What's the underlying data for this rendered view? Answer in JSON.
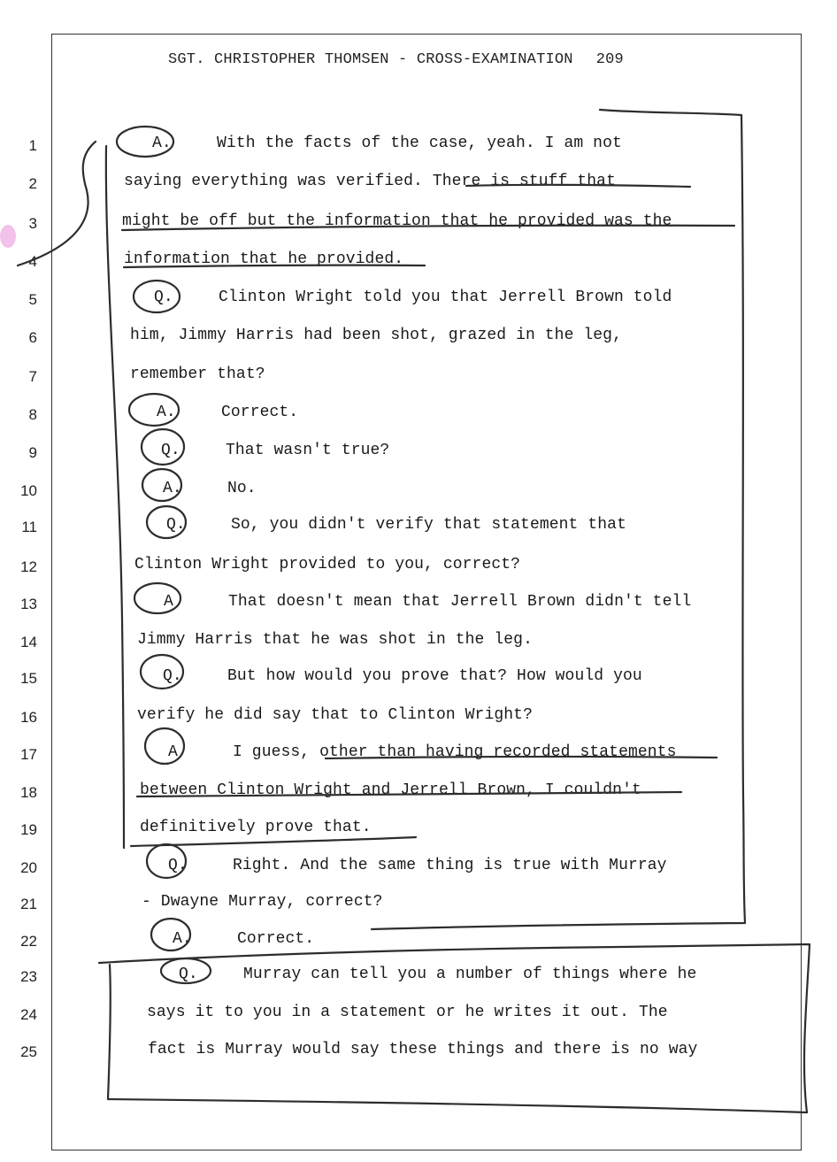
{
  "header": {
    "title": "SGT. CHRISTOPHER THOMSEN - CROSS-EXAMINATION",
    "page_number": "209"
  },
  "lines": [
    {
      "num": "1",
      "speaker": "A.",
      "text": "With the facts of the case, yeah.  I am not"
    },
    {
      "num": "2",
      "speaker": "",
      "text": "saying everything was verified.  There is stuff that"
    },
    {
      "num": "3",
      "speaker": "",
      "text": "might be off but the information that he provided was the"
    },
    {
      "num": "4",
      "speaker": "",
      "text": "information that he provided."
    },
    {
      "num": "5",
      "speaker": "Q.",
      "text": "Clinton Wright told you that Jerrell Brown told"
    },
    {
      "num": "6",
      "speaker": "",
      "text": "him, Jimmy Harris had been shot, grazed in the leg,"
    },
    {
      "num": "7",
      "speaker": "",
      "text": "remember that?"
    },
    {
      "num": "8",
      "speaker": "A.",
      "text": "Correct."
    },
    {
      "num": "9",
      "speaker": "Q.",
      "text": "That wasn't true?"
    },
    {
      "num": "10",
      "speaker": "A.",
      "text": "No."
    },
    {
      "num": "11",
      "speaker": "Q.",
      "text": "So, you didn't verify that statement that"
    },
    {
      "num": "12",
      "speaker": "",
      "text": "Clinton Wright provided to you, correct?"
    },
    {
      "num": "13",
      "speaker": "A",
      "text": "That doesn't mean that Jerrell Brown didn't tell"
    },
    {
      "num": "14",
      "speaker": "",
      "text": "Jimmy Harris that he was shot in the leg."
    },
    {
      "num": "15",
      "speaker": "Q.",
      "text": "But how would you prove that?  How would you"
    },
    {
      "num": "16",
      "speaker": "",
      "text": "verify he did say that to Clinton Wright?"
    },
    {
      "num": "17",
      "speaker": "A",
      "text": "I guess, other than having recorded statements"
    },
    {
      "num": "18",
      "speaker": "",
      "text": "between Clinton Wright and Jerrell Brown, I couldn't"
    },
    {
      "num": "19",
      "speaker": "",
      "text": "definitively prove that."
    },
    {
      "num": "20",
      "speaker": "Q.",
      "text": "Right.   And the same thing is true with Murray"
    },
    {
      "num": "21",
      "speaker": "",
      "text": "- Dwayne Murray, correct?"
    },
    {
      "num": "22",
      "speaker": "A.",
      "text": "Correct."
    },
    {
      "num": "23",
      "speaker": "Q.",
      "text": "Murray can tell you a number of things where he"
    },
    {
      "num": "24",
      "speaker": "",
      "text": "says it to you in a statement or he writes it out.  The"
    },
    {
      "num": "25",
      "speaker": "",
      "text": "fact is Murray would say these things and there is no way"
    }
  ]
}
